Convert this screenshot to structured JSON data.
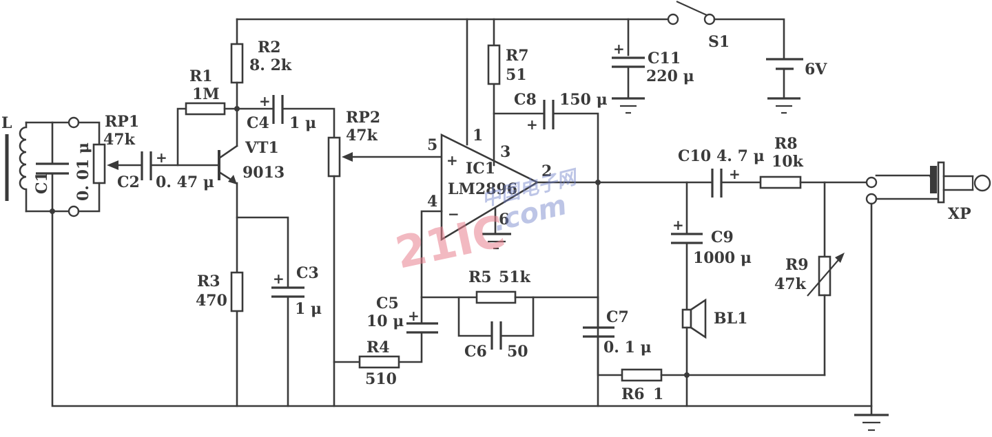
{
  "title": "LM2896 audio amplifier schematic",
  "components": {
    "L": {
      "ref": "L"
    },
    "C1": {
      "ref": "C1",
      "value": "0. 01 μ"
    },
    "RP1": {
      "ref": "RP1",
      "value": "47k"
    },
    "C2": {
      "ref": "C2",
      "value": "0. 47 μ"
    },
    "R1": {
      "ref": "R1",
      "value": "1M"
    },
    "R2": {
      "ref": "R2",
      "value": "8. 2k"
    },
    "C4": {
      "ref": "C4",
      "value": "1 μ"
    },
    "VT1": {
      "ref": "VT1",
      "value": "9013"
    },
    "R3": {
      "ref": "R3",
      "value": "470"
    },
    "C3": {
      "ref": "C3",
      "value": "1 μ"
    },
    "RP2": {
      "ref": "RP2",
      "value": "47k"
    },
    "IC1": {
      "ref": "IC1",
      "value": "LM2896",
      "pins": {
        "p1": "1",
        "p2": "2",
        "p3": "3",
        "p4": "4",
        "p5": "5",
        "p6": "6"
      },
      "plus": "+",
      "minus": "−"
    },
    "R7": {
      "ref": "R7",
      "value": "51"
    },
    "C8": {
      "ref": "C8",
      "value": "150 μ"
    },
    "C11": {
      "ref": "C11",
      "value": "220 μ"
    },
    "S1": {
      "ref": "S1"
    },
    "BAT": {
      "value": "6V"
    },
    "C5": {
      "ref": "C5",
      "value": "10 μ"
    },
    "R4": {
      "ref": "R4",
      "value": "510"
    },
    "R5": {
      "ref": "R5",
      "value": "51k"
    },
    "C6": {
      "ref": "C6",
      "value": "50"
    },
    "C7": {
      "ref": "C7",
      "value": "0. 1 μ"
    },
    "R6": {
      "ref": "R6",
      "value": "1"
    },
    "C10": {
      "ref": "C10",
      "value": "4. 7 μ"
    },
    "R8": {
      "ref": "R8",
      "value": "10k"
    },
    "C9": {
      "ref": "C9",
      "value": "1000 μ"
    },
    "BL1": {
      "ref": "BL1"
    },
    "R9": {
      "ref": "R9",
      "value": "47k"
    },
    "XP": {
      "ref": "XP"
    }
  },
  "polarity_mark": "+",
  "watermark": {
    "main": "21IC",
    "sub": "中国电子网",
    "domain": ".com"
  }
}
